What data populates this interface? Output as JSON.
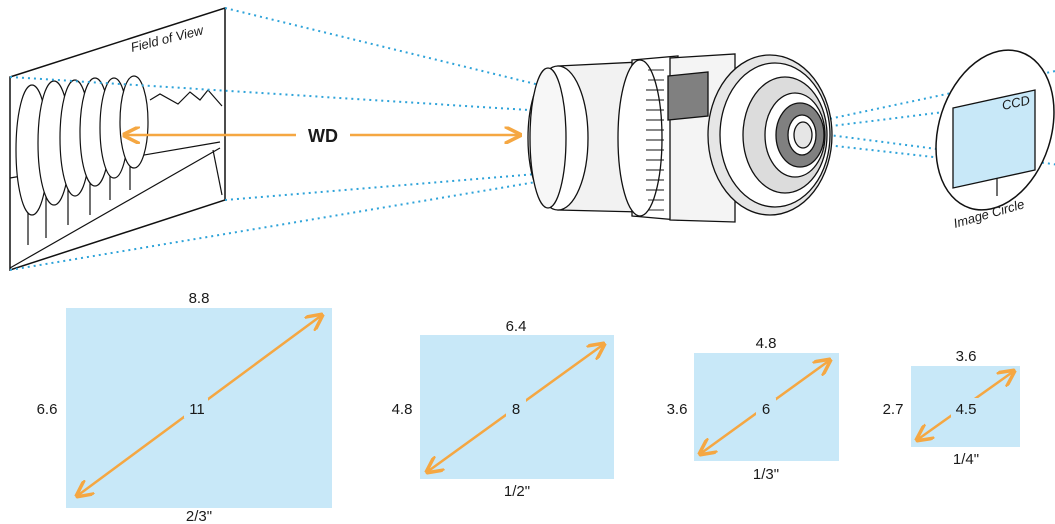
{
  "colors": {
    "dotted_line": "#2ea3d9",
    "arrow": "#f5a742",
    "sensor_fill": "#c8e8f8",
    "outline": "#111111",
    "lens_grey": "#808080",
    "lens_light": "#e6e6e6"
  },
  "top": {
    "field_of_view_label": "Field of View",
    "wd_label": "WD",
    "ccd_label": "CCD",
    "image_circle_label": "Image Circle"
  },
  "sensors": [
    {
      "format": "2/3\"",
      "width": "8.8",
      "height": "6.6",
      "diagonal": "11"
    },
    {
      "format": "1/2\"",
      "width": "6.4",
      "height": "4.8",
      "diagonal": "8"
    },
    {
      "format": "1/3\"",
      "width": "4.8",
      "height": "3.6",
      "diagonal": "6"
    },
    {
      "format": "1/4\"",
      "width": "3.6",
      "height": "2.7",
      "diagonal": "4.5"
    }
  ]
}
